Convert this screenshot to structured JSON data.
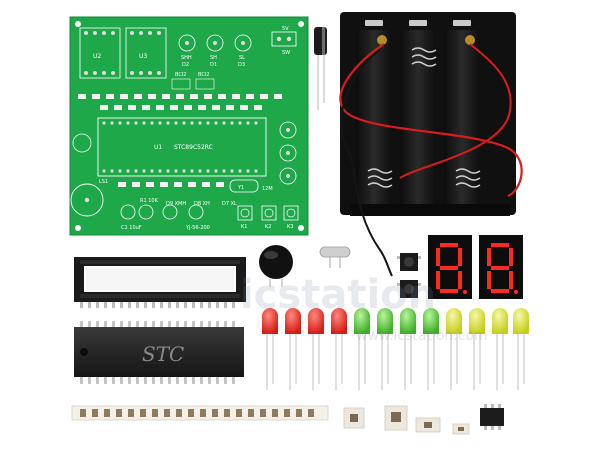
{
  "pcb": {
    "labels": {
      "u2": "U2",
      "u3": "U3",
      "u1": "U1",
      "mcu": "STC89C52RC",
      "shh": "SHH",
      "sh": "SH",
      "sl": "SL",
      "d1": "D1",
      "d2": "D2",
      "d3": "D3",
      "b5v": "5V",
      "sw": "SW",
      "bc12a": "BCI2",
      "bc12b": "BCI2",
      "c1": "C1 10uF",
      "r1": "R1 10K",
      "y1": "Y1",
      "ls1": "LS1",
      "xmh": "D9 XMH",
      "xh": "D8 XH",
      "xl": "D7 XL",
      "k1": "K1",
      "k2": "K2",
      "k3": "K3",
      "model": "YJ-56-200",
      "hint": "12M"
    }
  },
  "ic": {
    "brand": "STC"
  },
  "watermark": {
    "main": "icstation",
    "url": "www.icstation.com"
  },
  "seven_segment": {
    "left_digit": "8",
    "right_digit": "8"
  },
  "colors": {
    "pcb": "#1fa84a",
    "pcb_dark": "#168a3a",
    "led_red": "#e8231c",
    "led_green": "#58c93a",
    "led_yellow": "#d8df2a",
    "battery_box": "#141414",
    "wire_red": "#d81d1d",
    "display_red": "#ff2a1f"
  }
}
